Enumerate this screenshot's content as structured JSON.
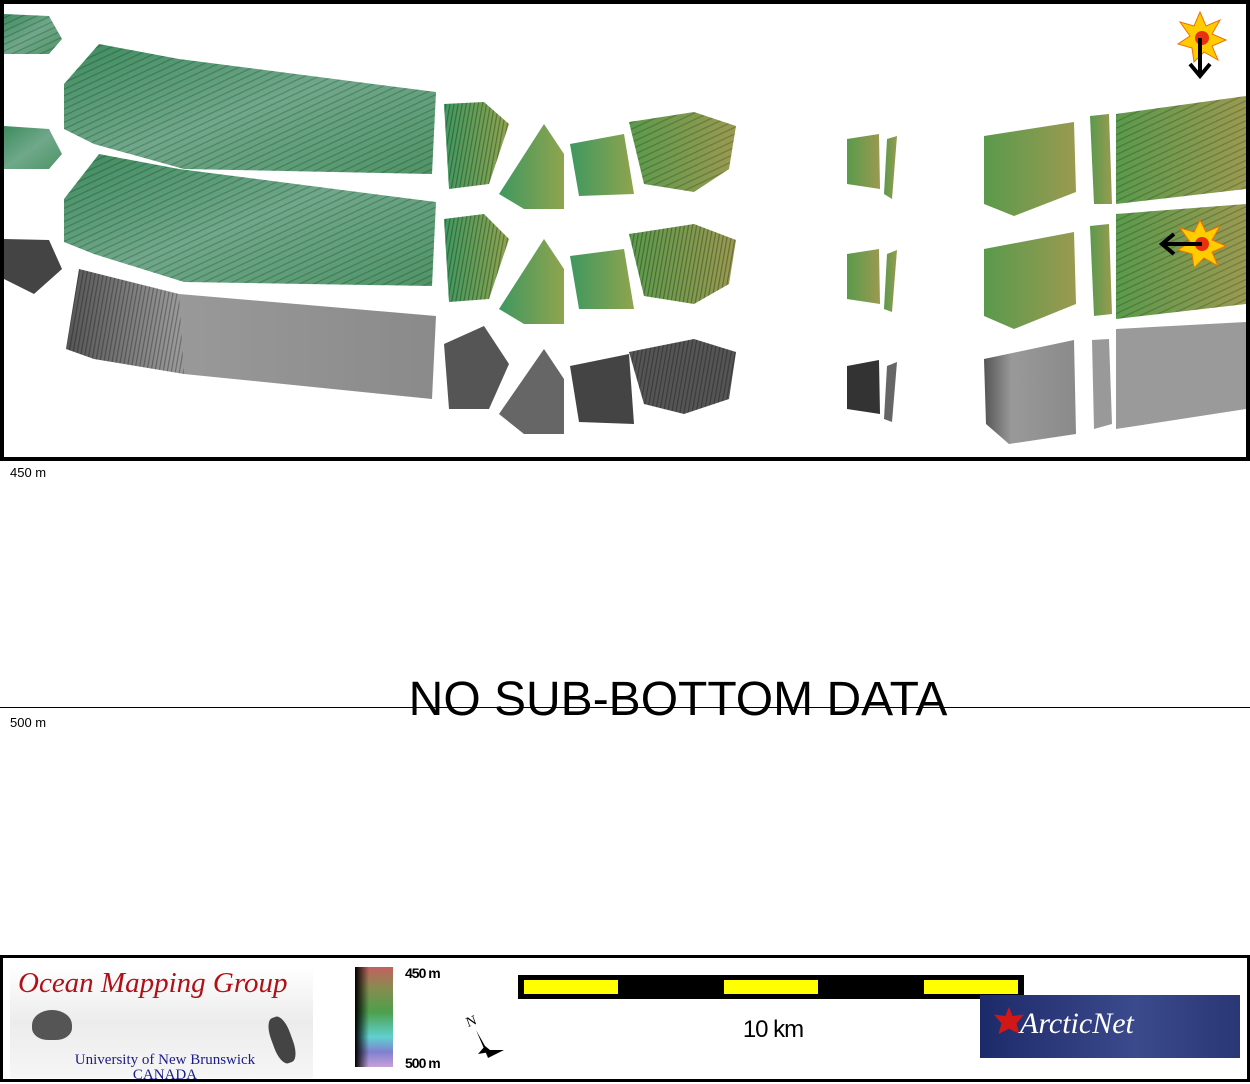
{
  "map": {
    "top_depth_label": "450 m",
    "bottom_depth_label": "500 m",
    "no_data_text": "NO SUB-BOTTOM DATA",
    "sun_icon_1": "sun-illumination-from-north-icon",
    "sun_icon_2": "sun-illumination-from-east-icon"
  },
  "legend": {
    "omg_title": "Ocean Mapping Group",
    "omg_university": "University of New Brunswick",
    "omg_country": "CANADA",
    "colorbar_top": "450 m",
    "colorbar_bottom": "500 m",
    "north_label": "N",
    "scale_label": "10 km",
    "arcticnet_logo": "ArcticNet",
    "colors": {
      "scale_fill": "#ffff00",
      "scale_border": "#000000"
    }
  }
}
